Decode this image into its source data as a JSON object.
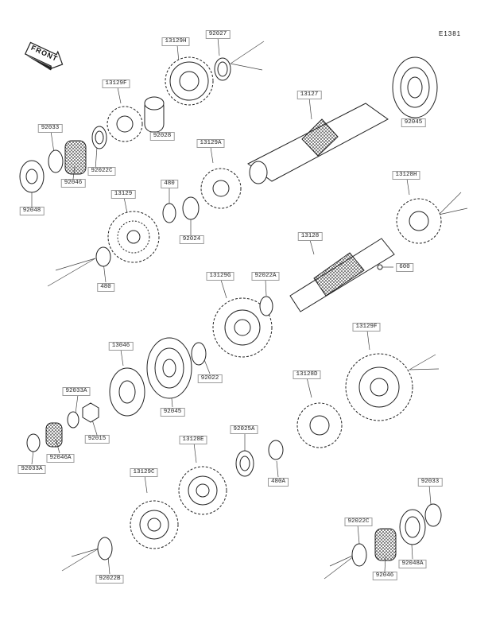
{
  "diagram_id": "E1381",
  "front_tag": "FRONT",
  "labels": {
    "13129H": "13129H",
    "92027": "92027",
    "13129F_top": "13129F",
    "92033_top": "92033",
    "92022C_top": "92022C",
    "92028": "92028",
    "92046_top": "92046",
    "92048": "92048",
    "13127": "13127",
    "92045_top": "92045",
    "13129A": "13129A",
    "480_top": "480",
    "92024": "92024",
    "13129": "13129",
    "480_bottom": "480",
    "13128H": "13128H",
    "13128": "13128",
    "600": "600",
    "13129G": "13129G",
    "92022A": "92022A",
    "13046": "13046",
    "92022": "92022",
    "92045_mid": "92045",
    "92033A_top": "92033A",
    "92015": "92015",
    "92046A": "92046A",
    "92033A_bottom": "92033A",
    "13129F_right": "13129F",
    "13128D": "13128D",
    "92025A": "92025A",
    "480A": "480A",
    "13128E": "13128E",
    "13129C": "13129C",
    "92022B": "92022B",
    "92033_bottom": "92033",
    "92022C_bottom": "92022C",
    "92046_bottom": "92046",
    "92048A": "92048A"
  }
}
